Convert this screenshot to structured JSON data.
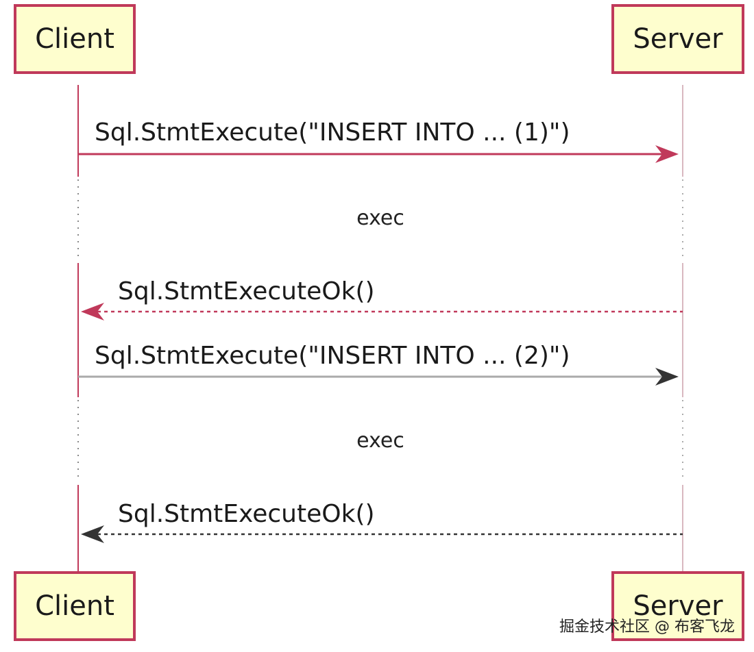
{
  "participants": {
    "client": "Client",
    "server": "Server"
  },
  "messages": [
    {
      "text": "Sql.StmtExecute(\"INSERT INTO ... (1)\")",
      "from": "Client",
      "to": "Server",
      "style": "solid",
      "color": "#c0395a"
    },
    {
      "text": "Sql.StmtExecuteOk()",
      "from": "Server",
      "to": "Client",
      "style": "dashed",
      "color": "#c0395a"
    },
    {
      "text": "Sql.StmtExecute(\"INSERT INTO ... (2)\")",
      "from": "Client",
      "to": "Server",
      "style": "solid",
      "color": "#333333"
    },
    {
      "text": "Sql.StmtExecuteOk()",
      "from": "Server",
      "to": "Client",
      "style": "dashed",
      "color": "#333333"
    }
  ],
  "delays": [
    "exec",
    "exec"
  ],
  "watermark": "掘金技术社区 @ 布客飞龙",
  "colors": {
    "box_fill": "#fefece",
    "box_border": "#c0395a",
    "lifeline_client": "#c0395a",
    "lifeline_server": "#d9b8c0"
  }
}
